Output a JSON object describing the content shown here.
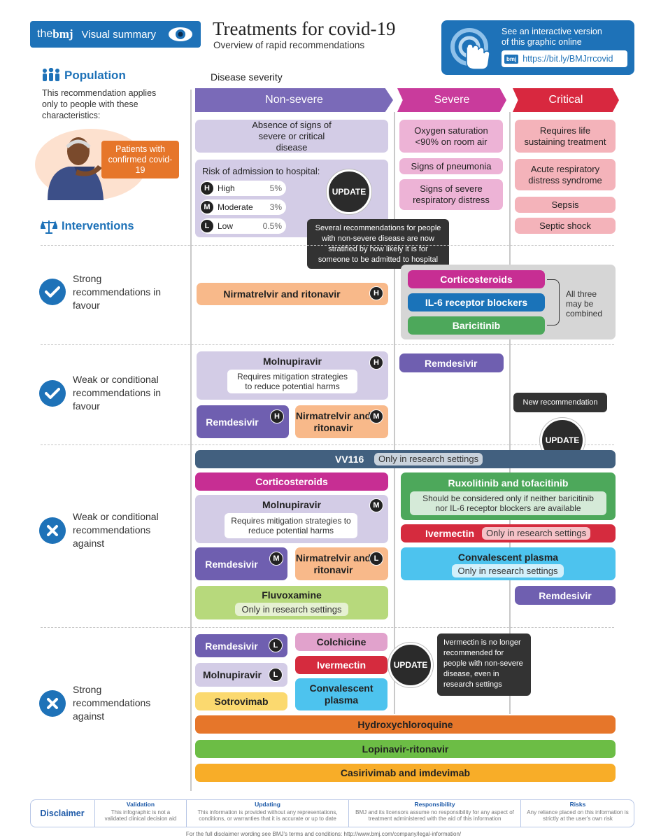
{
  "header": {
    "brand_the": "the",
    "brand_bmj": "bmj",
    "brand_section": "Visual summary",
    "title": "Treatments for covid-19",
    "subtitle": "Overview of rapid recommendations",
    "online_line1": "See an interactive version",
    "online_line2": "of this graphic online",
    "online_badge": "bmj",
    "online_link": "https://bit.ly/BMJrrcovid"
  },
  "population": {
    "heading": "Population",
    "text": "This recommendation applies only to people with these characteristics:",
    "patients_label": "Patients with confirmed covid-19"
  },
  "interventions_heading": "Interventions",
  "severity": {
    "heading": "Disease severity",
    "non_severe": "Non-severe",
    "severe": "Severe",
    "critical": "Critical"
  },
  "criteria": {
    "non_severe_main": "Absence of signs of severe or critical disease",
    "risk_heading": "Risk of admission to hospital:",
    "risk": [
      {
        "letter": "H",
        "label": "High",
        "value": "5%"
      },
      {
        "letter": "M",
        "label": "Moderate",
        "value": "3%"
      },
      {
        "letter": "L",
        "label": "Low",
        "value": "0.5%"
      }
    ],
    "severe": [
      "Oxygen saturation <90% on room air",
      "Signs of pneumonia",
      "Signs of severe respiratory distress"
    ],
    "critical": [
      "Requires life sustaining treatment",
      "Acute respiratory distress syndrome",
      "Sepsis",
      "Septic shock"
    ]
  },
  "updates": {
    "label": "UPDATE",
    "tip1": "Several recommendations for people with non-severe disease are now stratified by how likely it is for someone to be admitted to hospital",
    "tip2": "New recommendation",
    "tip3": "Ivermectin is no longer recommended for people with non-severe disease, even in research settings"
  },
  "rows": {
    "strong_for": "Strong recommendations in favour",
    "weak_for": "Weak or conditional recommendations in favour",
    "weak_against": "Weak or conditional recommendations against",
    "strong_against": "Strong recommendations against"
  },
  "strong_for": {
    "nirmatrelvir": "Nirmatrelvir and ritonavir",
    "nirmatrelvir_risk": "H",
    "corticosteroids": "Corticosteroids",
    "il6": "IL-6 receptor blockers",
    "baricitinib": "Baricitinib",
    "combined_note": "All three may be combined"
  },
  "weak_for": {
    "molnupiravir": "Molnupiravir",
    "molnupiravir_risk": "H",
    "molnupiravir_note": "Requires mitigation strategies to reduce potential harms",
    "remdesivir": "Remdesivir",
    "remdesivir_risk": "H",
    "nirmatrelvir": "Nirmatrelvir and ritonavir",
    "nirmatrelvir_risk": "M",
    "remdesivir_severe": "Remdesivir"
  },
  "weak_against": {
    "vv116": "VV116",
    "vv116_note": "Only in research settings",
    "corticosteroids": "Corticosteroids",
    "molnupiravir": "Molnupiravir",
    "molnupiravir_risk": "M",
    "molnupiravir_note": "Requires mitigation strategies to reduce potential harms",
    "remdesivir": "Remdesivir",
    "remdesivir_risk": "M",
    "nirmatrelvir": "Nirmatrelvir and ritonavir",
    "nirmatrelvir_risk": "L",
    "fluvoxamine": "Fluvoxamine",
    "fluvoxamine_note": "Only in research settings",
    "ruxolitinib": "Ruxolitinib and tofacitinib",
    "ruxolitinib_note": "Should be considered only if neither baricitinib nor IL-6 receptor blockers are available",
    "ivermectin": "Ivermectin",
    "ivermectin_note": "Only in research settings",
    "convalescent": "Convalescent plasma",
    "convalescent_note": "Only in research settings",
    "remdesivir_critical": "Remdesivir"
  },
  "strong_against": {
    "remdesivir": "Remdesivir",
    "remdesivir_risk": "L",
    "molnupiravir": "Molnupiravir",
    "molnupiravir_risk": "L",
    "sotrovimab": "Sotrovimab",
    "colchicine": "Colchicine",
    "ivermectin": "Ivermectin",
    "convalescent": "Convalescent plasma",
    "hydroxychloroquine": "Hydroxychloroquine",
    "lopinavir": "Lopinavir-ritonavir",
    "casirivimab": "Casirivimab and imdevimab"
  },
  "disclaimer": {
    "heading": "Disclaimer",
    "validation_title": "Validation",
    "validation_text": "This infographic is not a validated clinical decision aid",
    "updating_title": "Updating",
    "updating_text": "This information is provided without any representations, conditions, or warranties that it is accurate or up to date",
    "responsibility_title": "Responsibility",
    "responsibility_text": "BMJ and its licensors assume no responsibility for any aspect of treatment administered with the aid of this information",
    "risks_title": "Risks",
    "risks_text": "Any reliance placed on this information is strictly at the user's own risk",
    "footer": "For the full disclaimer wording see BMJ's terms and conditions: http://www.bmj.com/company/legal-information/"
  },
  "colors": {
    "bmj_blue": "#1e72b8",
    "non_severe": "#7a6ab8",
    "severe": "#c93b9c",
    "critical": "#d8283f",
    "lavender": "#d3cce6",
    "pink": "#edb3d6",
    "rose": "#f4b3ba",
    "orange_light": "#f8b98a",
    "purple_dark": "#6f5fb0",
    "magenta": "#c72e93",
    "blue": "#1a73b9",
    "green": "#4da85b",
    "slate": "#42607f",
    "red": "#d52b3e",
    "cyan": "#4dc3ee",
    "lime": "#b7d97c",
    "yellow": "#fbd96f",
    "pink_light": "#e1a2cc",
    "orange": "#e6762a",
    "green_bright": "#6cbd45",
    "amber": "#f8ad28"
  }
}
